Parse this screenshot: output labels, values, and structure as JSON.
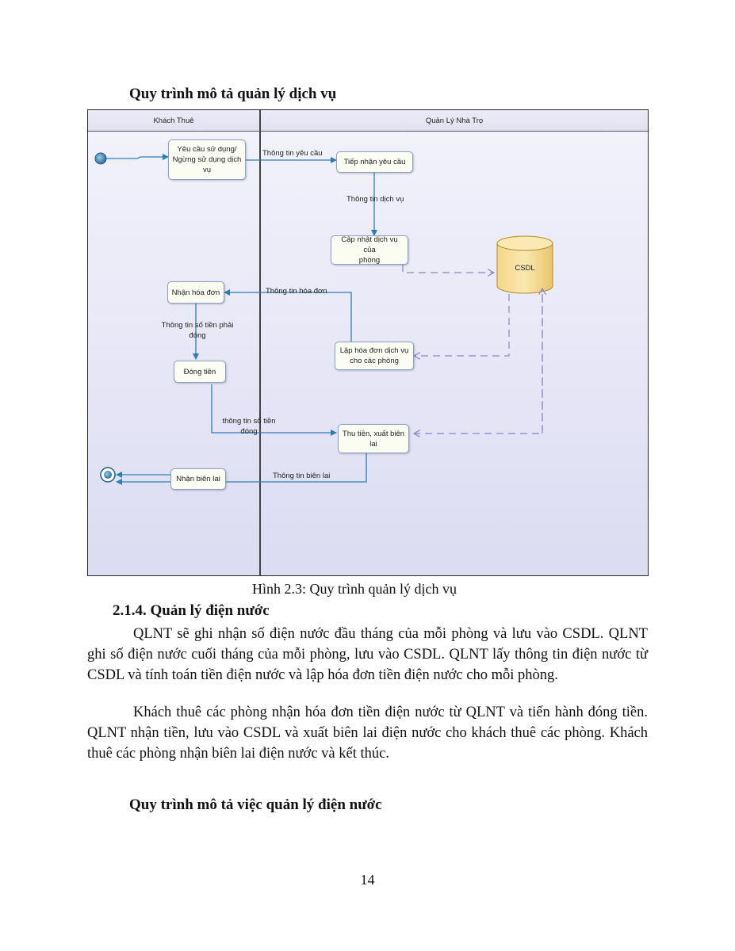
{
  "section_heading_top": "Quy trình mô tả quản lý dịch vụ",
  "diagram": {
    "lanes": {
      "left": "Khách Thuê",
      "right": "Quản Lý Nhà Trọ"
    },
    "activities": {
      "request_line1": "Yêu cầu sử dụng/",
      "request_line2": "Ngừng sử dụng dịch",
      "request_line3": "vụ",
      "receive_request": "Tiếp nhận yêu cầu",
      "update_line1": "Cập nhật dịch vụ của",
      "update_line2": "phòng",
      "database": "CSDL",
      "receive_invoice": "Nhận hóa đơn",
      "create_invoice_line1": "Lập hóa đơn dịch vụ",
      "create_invoice_line2": "cho các phòng",
      "pay": "Đóng tiền",
      "collect_line1": "Thu tiền, xuất biên",
      "collect_line2": "lai",
      "receive_receipt": "Nhận biên lai"
    },
    "flows": {
      "request_info": "Thông tin yêu cầu",
      "service_info": "Thông tin dịch vụ",
      "invoice_info": "Thông tin hóa đơn",
      "amount_line1": "Thông tin số tiền phải",
      "amount_line2": "đóng",
      "paid_line1": "thông tin số tiền",
      "paid_line2": "đóng",
      "receipt_info": "Thông tin biên lai"
    }
  },
  "figure_caption": "Hình 2.3:   Quy trình quản lý dịch vụ",
  "section_title": "2.1.4.  Quản lý điện nước",
  "paragraph1": "QLNT sẽ ghi nhận số điện nước đầu tháng của mỗi phòng và lưu vào CSDL. QLNT ghi số điện nước cuối tháng của mỗi phòng, lưu vào CSDL. QLNT lấy thông tin điện nước từ CSDL và tính toán tiền điện nước và lập hóa đơn tiền điện nước cho mỗi phòng.",
  "paragraph2": "Khách thuê các phòng nhận hóa đơn tiền điện nước từ QLNT và tiến hành đóng tiền. QLNT nhận tiền, lưu vào CSDL và xuất biên lai điện nước cho khách thuê các phòng. Khách thuê các phòng nhận biên lai điện nước và kết thúc.",
  "section_heading_bottom": "Quy trình mô tả việc quản lý điện nước",
  "page_number": "14"
}
